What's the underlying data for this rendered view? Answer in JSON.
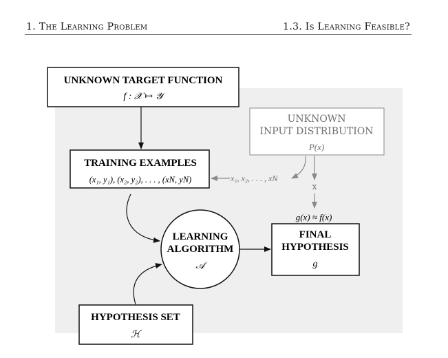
{
  "header": {
    "left": "1. The Learning Problem",
    "right": "1.3. Is Learning Feasible?"
  },
  "diagram": {
    "target_box": {
      "title": "UNKNOWN TARGET FUNCTION",
      "formula": "f : 𝒳 ↦ 𝒴"
    },
    "distribution_box": {
      "line1": "UNKNOWN",
      "line2": "INPUT DISTRIBUTION",
      "formula": "P(x)"
    },
    "training_box": {
      "title": "TRAINING EXAMPLES",
      "formula": "(x₁, y₁), (x₂, y₂), . . . , (xN, yN)"
    },
    "inputs_label": "x₁, x₂, . . . , xN",
    "x_label": "x",
    "learning_circle": {
      "line1": "LEARNING",
      "line2": "ALGORITHM",
      "symbol": "𝒜"
    },
    "approx_label": "g(x) ≈ f(x)",
    "final_box": {
      "line1": "FINAL",
      "line2": "HYPOTHESIS",
      "symbol": "g"
    },
    "hypothesis_box": {
      "title": "HYPOTHESIS SET",
      "symbol": "ℋ"
    }
  },
  "colors": {
    "background_panel": "#efefef",
    "stroke": "#111111",
    "gray_stroke": "#8a8a8a",
    "gray_text": "#6e6e6e"
  }
}
